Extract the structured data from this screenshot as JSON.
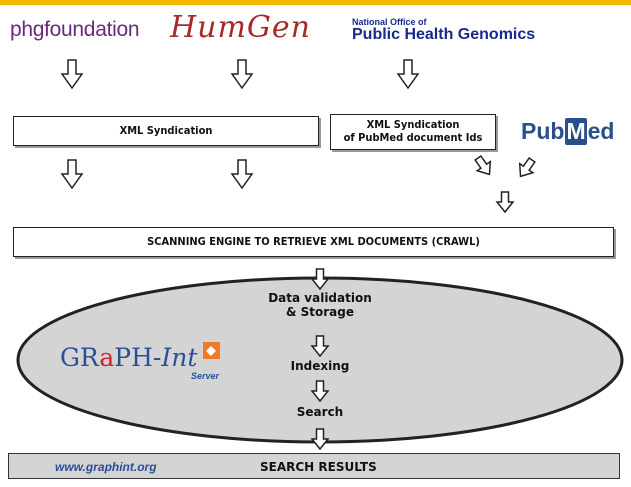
{
  "colors": {
    "top_bar": "#f5b800",
    "ellipse_fill": "#d4d4d4",
    "results_fill": "#d4d4d4",
    "brand_blue": "#2a4f9a"
  },
  "sources": {
    "phg_foundation": "phgfoundation",
    "humgen": "HumGen",
    "nophg_line1": "National Office of",
    "nophg_line2": "Public Health Genomics",
    "pubmed_pre": "Pub",
    "pubmed_m": "M",
    "pubmed_post": "ed"
  },
  "boxes": {
    "xml_syndication": "XML Syndication",
    "pubmed_syndication_l1": "XML Syndication",
    "pubmed_syndication_l2": "of PubMed document Ids",
    "scanning_engine": "SCANNING ENGINE TO RETRIEVE XML DOCUMENTS (CRAWL)"
  },
  "server": {
    "validation_l1": "Data validation",
    "validation_l2": "& Storage",
    "indexing": "Indexing",
    "search": "Search",
    "logo_gr": "GR",
    "logo_a": "a",
    "logo_ph": "PH-",
    "logo_int": "Int",
    "logo_server": "Server"
  },
  "results": {
    "url": "www.graphint.org",
    "label": "SEARCH RESULTS"
  }
}
